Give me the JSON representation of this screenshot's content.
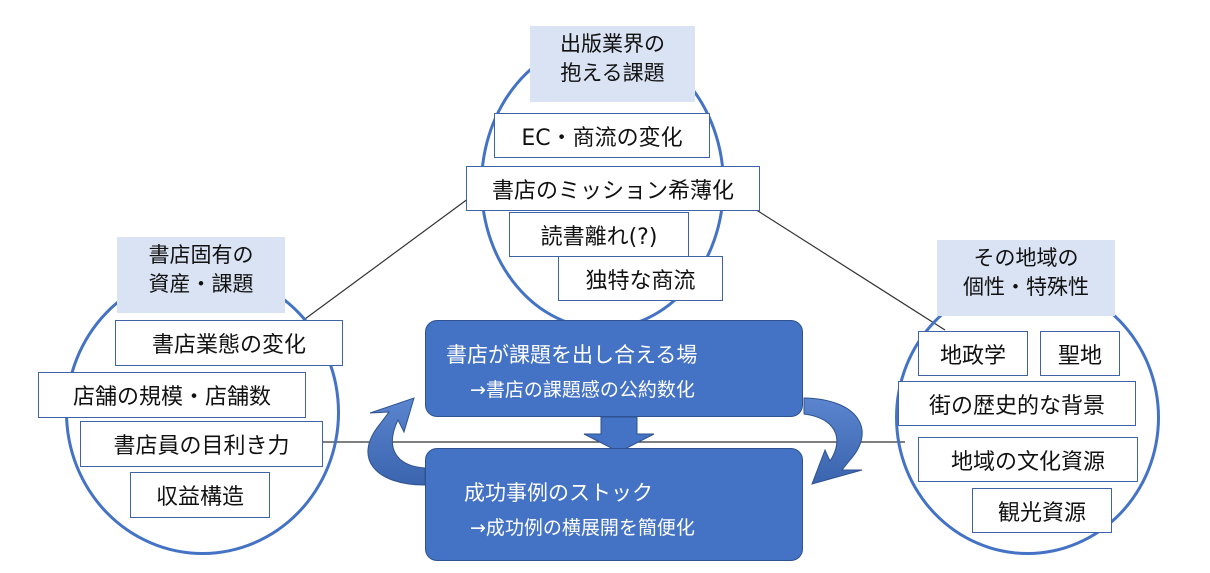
{
  "top": {
    "heading": [
      "出版業界の",
      "抱える課題"
    ],
    "items": [
      "EC・商流の変化",
      "書店のミッション希薄化",
      "読書離れ(?)",
      "独特な商流"
    ]
  },
  "left": {
    "heading": [
      "書店固有の",
      "資産・課題"
    ],
    "items": [
      "書店業態の変化",
      "店舗の規模・店舗数",
      "書店員の目利き力",
      "収益構造"
    ]
  },
  "right": {
    "heading": [
      "その地域の",
      "個性・特殊性"
    ],
    "items": [
      "地政学",
      "聖地",
      "街の歴史的な背景",
      "地域の文化資源",
      "観光資源"
    ]
  },
  "center": {
    "upper": {
      "title": "書店が課題を出し合える場",
      "sub": "→書店の課題感の公約数化"
    },
    "lower": {
      "title": "成功事例のストック",
      "sub": "→成功例の横展開を簡便化"
    }
  },
  "colors": {
    "accent": "#4472c4",
    "heading_fill": "#dae3f3",
    "box_border": "#3f63a8"
  }
}
